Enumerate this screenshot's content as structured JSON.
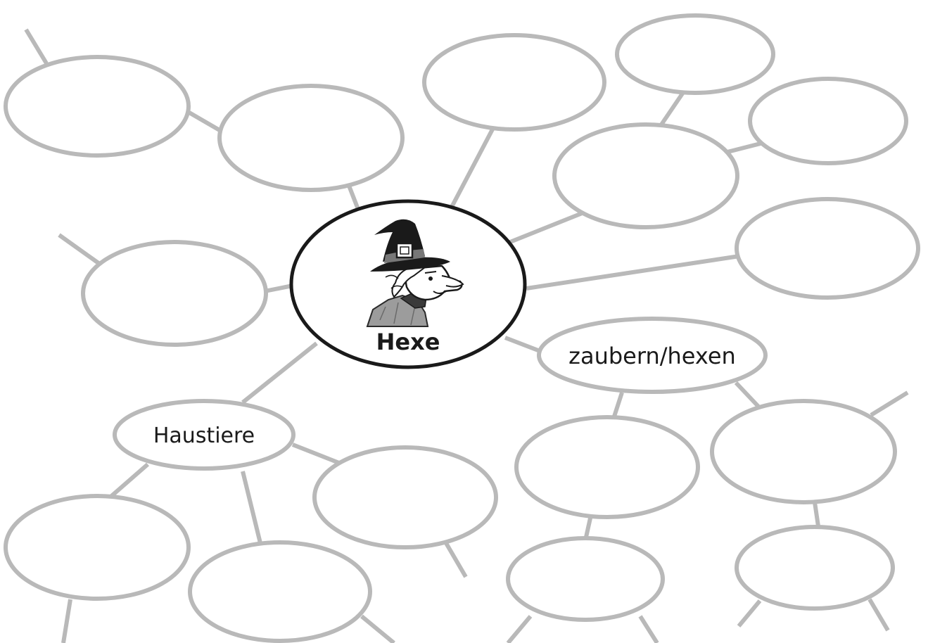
{
  "mindmap": {
    "center": {
      "label": "Hexe",
      "image": "witch-illustration"
    },
    "branches": [
      {
        "label": "zaubern/hexen"
      },
      {
        "label": "Haustiere"
      }
    ]
  }
}
